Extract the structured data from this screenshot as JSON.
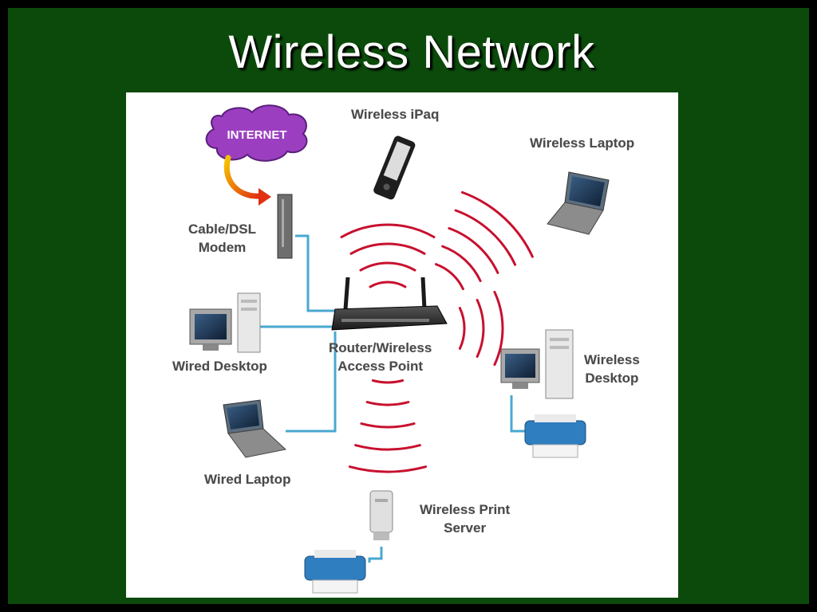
{
  "slide": {
    "title": "Wireless Network"
  },
  "diagram": {
    "cloud_text": "INTERNET",
    "labels": {
      "wireless_ipaq": "Wireless iPaq",
      "wireless_laptop": "Wireless Laptop",
      "cable_dsl_line1": "Cable/DSL",
      "cable_dsl_line2": "Modem",
      "wired_desktop": "Wired Desktop",
      "router_line1": "Router/Wireless",
      "router_line2": "Access Point",
      "wireless_desktop_line1": "Wireless",
      "wireless_desktop_line2": "Desktop",
      "wired_laptop": "Wired Laptop",
      "print_server_line1": "Wireless Print",
      "print_server_line2": "Server"
    },
    "colors": {
      "background": "#0b4a0b",
      "cable": "#4aa8d0",
      "signal": "#c8102e",
      "cloud": "#9b3fc0"
    }
  }
}
